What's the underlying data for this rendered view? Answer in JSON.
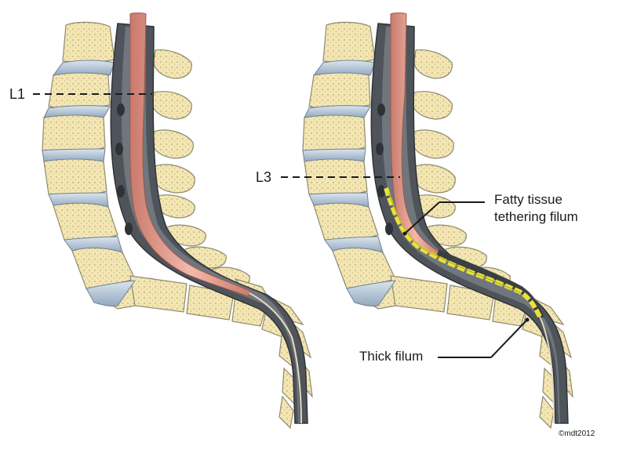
{
  "panels": [
    {
      "id": "normal",
      "level_label": "L1"
    },
    {
      "id": "tethered",
      "level_label": "L3"
    }
  ],
  "callouts": {
    "fatty_tissue_line1": "Fatty tissue",
    "fatty_tissue_line2": "tethering filum",
    "thick_filum": "Thick filum"
  },
  "copyright": "©mdt2012",
  "colors": {
    "bone": "#f3e6b3",
    "bone_outline": "#8f8a6e",
    "disc": "#b7c6d6",
    "dura": "#5a5f66",
    "spinal_cord": "#e9a89a",
    "fatty_tissue": "#e8e23a"
  }
}
